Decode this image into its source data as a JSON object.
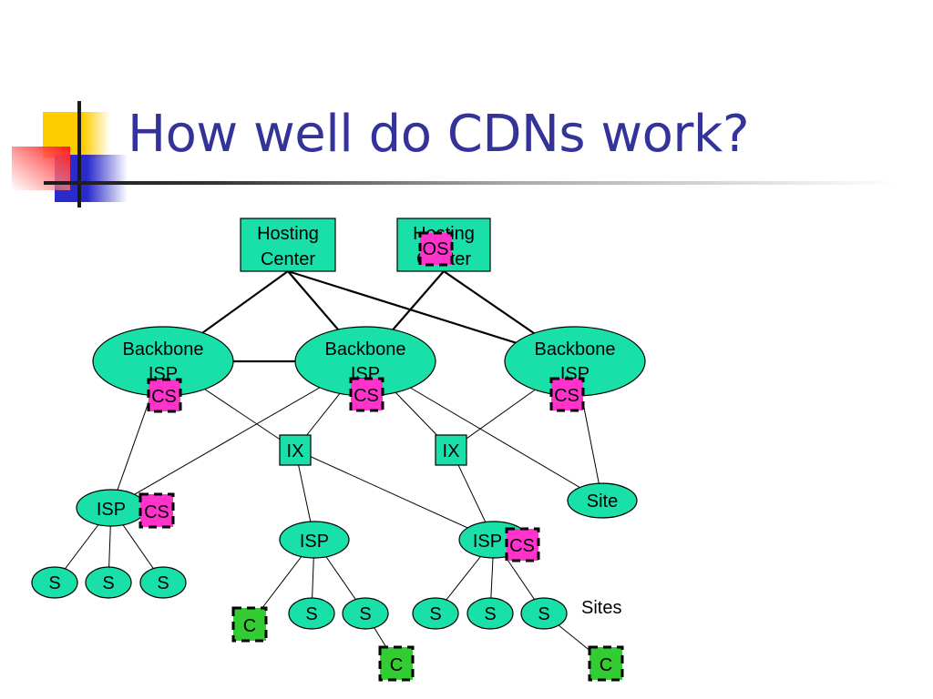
{
  "slide": {
    "title": "How well do CDNs work?"
  },
  "colors": {
    "title": "#333399",
    "node_fill": "#19e0a8",
    "cache_fill": "#ff33cc",
    "client_fill": "#33cc33",
    "accent_yellow": "#ffcc00",
    "accent_blue": "#2b2bcc",
    "accent_red": "#ff1a1a"
  },
  "diagram": {
    "hosting_centers": [
      {
        "id": "hc1",
        "line1": "Hosting",
        "line2": "Center"
      },
      {
        "id": "hc2",
        "line1": "Hosting",
        "line2": "Center",
        "overlay": "OS"
      }
    ],
    "backbone_isps": [
      {
        "id": "bb1",
        "line1": "Backbone",
        "line2": "ISP",
        "cache": "CS"
      },
      {
        "id": "bb2",
        "line1": "Backbone",
        "line2": "ISP",
        "cache": "CS"
      },
      {
        "id": "bb3",
        "line1": "Backbone",
        "line2": "ISP",
        "cache": "CS"
      }
    ],
    "exchanges": [
      {
        "id": "ix1",
        "label": "IX"
      },
      {
        "id": "ix2",
        "label": "IX"
      }
    ],
    "isps": [
      {
        "id": "isp1",
        "label": "ISP",
        "cache": "CS"
      },
      {
        "id": "isp2",
        "label": "ISP"
      },
      {
        "id": "isp3",
        "label": "ISP",
        "cache": "CS"
      }
    ],
    "site": {
      "id": "site",
      "label": "Site"
    },
    "stub_sites": [
      {
        "id": "s1",
        "label": "S"
      },
      {
        "id": "s2",
        "label": "S"
      },
      {
        "id": "s3",
        "label": "S"
      },
      {
        "id": "s4",
        "label": "S"
      },
      {
        "id": "s5",
        "label": "S"
      },
      {
        "id": "s6",
        "label": "S"
      },
      {
        "id": "s7",
        "label": "S"
      },
      {
        "id": "s8",
        "label": "S"
      }
    ],
    "clients": [
      {
        "id": "c1",
        "label": "C"
      },
      {
        "id": "c2",
        "label": "C"
      },
      {
        "id": "c3",
        "label": "C"
      }
    ],
    "sites_caption": "Sites",
    "edges": [
      [
        "hc1",
        "bb1"
      ],
      [
        "hc1",
        "bb2"
      ],
      [
        "hc1",
        "bb3"
      ],
      [
        "hc2",
        "bb2"
      ],
      [
        "hc2",
        "bb3"
      ],
      [
        "bb1",
        "bb2"
      ],
      [
        "bb1",
        "ix1"
      ],
      [
        "bb2",
        "ix1"
      ],
      [
        "bb2",
        "ix2"
      ],
      [
        "bb3",
        "ix2"
      ],
      [
        "bb2",
        "site"
      ],
      [
        "bb3",
        "site"
      ],
      [
        "bb1",
        "isp1"
      ],
      [
        "bb2",
        "isp1"
      ],
      [
        "ix1",
        "isp2"
      ],
      [
        "ix1",
        "isp3"
      ],
      [
        "ix2",
        "isp3"
      ],
      [
        "isp1",
        "s1"
      ],
      [
        "isp1",
        "s2"
      ],
      [
        "isp1",
        "s3"
      ],
      [
        "isp2",
        "c1"
      ],
      [
        "isp2",
        "s4"
      ],
      [
        "isp2",
        "s5"
      ],
      [
        "s5",
        "c2"
      ],
      [
        "isp3",
        "s6"
      ],
      [
        "isp3",
        "s7"
      ],
      [
        "isp3",
        "s8"
      ],
      [
        "s8",
        "c3"
      ]
    ]
  }
}
